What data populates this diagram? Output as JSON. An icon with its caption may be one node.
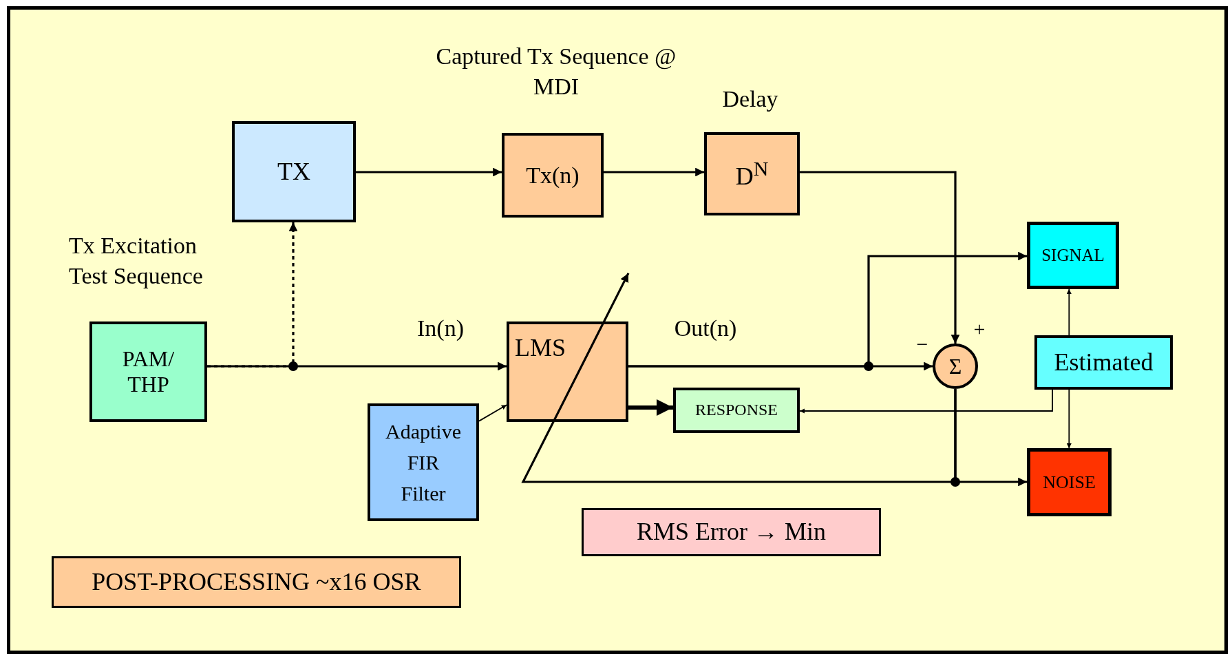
{
  "diagram": {
    "nodes": [
      {
        "text": [
          "TX"
        ]
      },
      {
        "text": [
          "Tx(n)"
        ],
        "beside": [
          "Captured Tx Sequence @ MDI"
        ]
      },
      {
        "text": [
          "D$^{N}$"
        ],
        "beside": [
          "Delay"
        ]
      },
      {
        "text": [
          "SIGNAL"
        ]
      },
      {
        "text": [
          "PAM/ THP"
        ]
      },
      {
        "text": [
          "LMS"
        ]
      },
      {
        "text": [
          "Σ"
        ],
        "beside": [
          "−",
          "+"
        ]
      },
      {
        "text": [
          "Estimated"
        ]
      },
      {
        "text": [
          "RESPONSE"
        ]
      },
      {
        "text": [
          "Adaptive FIR Filter"
        ]
      },
      {
        "text": [
          "NOISE"
        ]
      },
      {
        "text": [
          "RMS Error → Min"
        ]
      },
      {
        "text": [
          "POST-PROCESSING ~x16 OSR"
        ]
      }
    ],
    "edges": [
      {
        "from": 0,
        "to": 1,
        "arrow": "to"
      },
      {
        "from": 1,
        "to": 2,
        "arrow": "to"
      },
      {
        "from": 2,
        "to": 6,
        "arrow": "to"
      },
      {
        "from": 4,
        "to": 5,
        "arrow": "to"
      },
      {
        "from": 4,
        "to": 0,
        "arrow": "to",
        "style": "dashed"
      },
      {
        "from": 5,
        "to": 6,
        "arrow": "to"
      },
      {
        "from": 5,
        "to": 3,
        "arrow": "to"
      },
      {
        "from": 5,
        "to": 8,
        "arrow": "to",
        "style": "thick"
      },
      {
        "from": 7,
        "to": 8,
        "arrow": "to"
      },
      {
        "from": 7,
        "to": 3,
        "arrow": "to"
      },
      {
        "from": 7,
        "to": 10,
        "arrow": "to"
      },
      {
        "from": 9,
        "to": 5,
        "arrow": "to"
      },
      {
        "from": 6,
        "to": 10,
        "arrow": "to"
      },
      {
        "from": 6,
        "to": 5,
        "arrow": "to"
      }
    ],
    "labels": [
      "Tx Excitation Test Sequence",
      "In(n)",
      "Out(n)"
    ]
  }
}
